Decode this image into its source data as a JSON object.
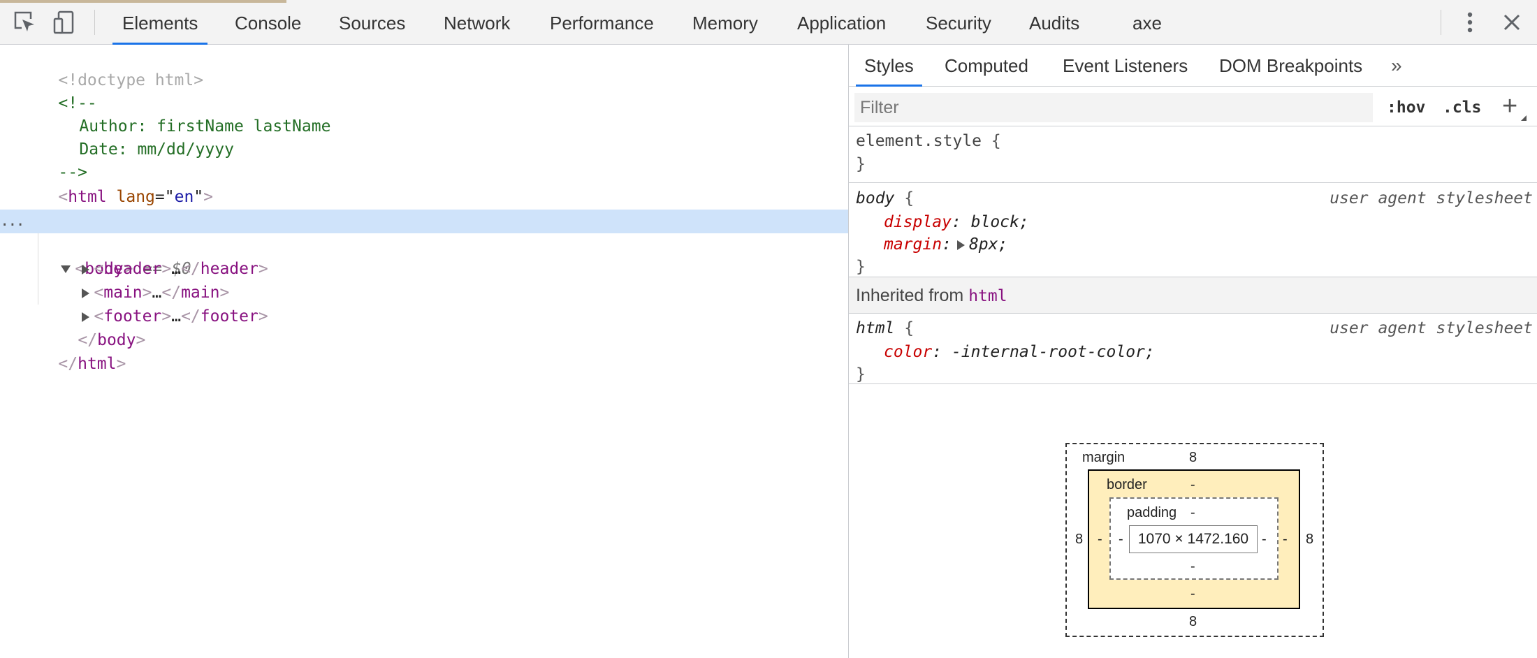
{
  "toolbar": {
    "tabs": [
      "Elements",
      "Console",
      "Sources",
      "Network",
      "Performance",
      "Memory",
      "Application",
      "Security",
      "Audits",
      "axe"
    ],
    "active_tab": "Elements",
    "accent_color": "#1a73e8"
  },
  "dom_tree": {
    "doctype": "<!doctype html>",
    "comment_open": "<!--",
    "comment_author": "Author: firstName lastName",
    "comment_date": "Date: mm/dd/yyyy",
    "comment_close": "-->",
    "html_tag": "html",
    "html_attr_name": "lang",
    "html_attr_value": "en",
    "head_tag": "head",
    "body_tag": "body",
    "selected_marker": "== $0",
    "header_tag": "header",
    "main_tag": "main",
    "footer_tag": "footer",
    "ellipsis": "…",
    "more_dots": "..."
  },
  "styles": {
    "subtabs": [
      "Styles",
      "Computed",
      "Event Listeners",
      "DOM Breakpoints"
    ],
    "active_subtab": "Styles",
    "more_tabs": "»",
    "filter_placeholder": "Filter",
    "hov_label": ":hov",
    "cls_label": ".cls",
    "add_rule_label": "+",
    "element_style_selector": "element.style",
    "body_rule": {
      "selector": "body",
      "origin": "user agent stylesheet",
      "props": [
        {
          "name": "display",
          "value": "block"
        },
        {
          "name": "margin",
          "value": "8px"
        }
      ]
    },
    "inherited_label": "Inherited from",
    "inherited_tag": "html",
    "html_rule": {
      "selector": "html",
      "origin": "user agent stylesheet",
      "props": [
        {
          "name": "color",
          "value": "-internal-root-color"
        }
      ]
    }
  },
  "box_model": {
    "margin_label": "margin",
    "margin_top": "8",
    "margin_bottom": "8",
    "margin_left": "8",
    "margin_right": "8",
    "border_label": "border",
    "border_top": "-",
    "border_bottom": "-",
    "border_left": "-",
    "border_right": "-",
    "padding_label": "padding",
    "padding_top": "-",
    "padding_bottom": "-",
    "padding_left": "-",
    "padding_right": "-",
    "content_size": "1070 × 1472.160"
  }
}
